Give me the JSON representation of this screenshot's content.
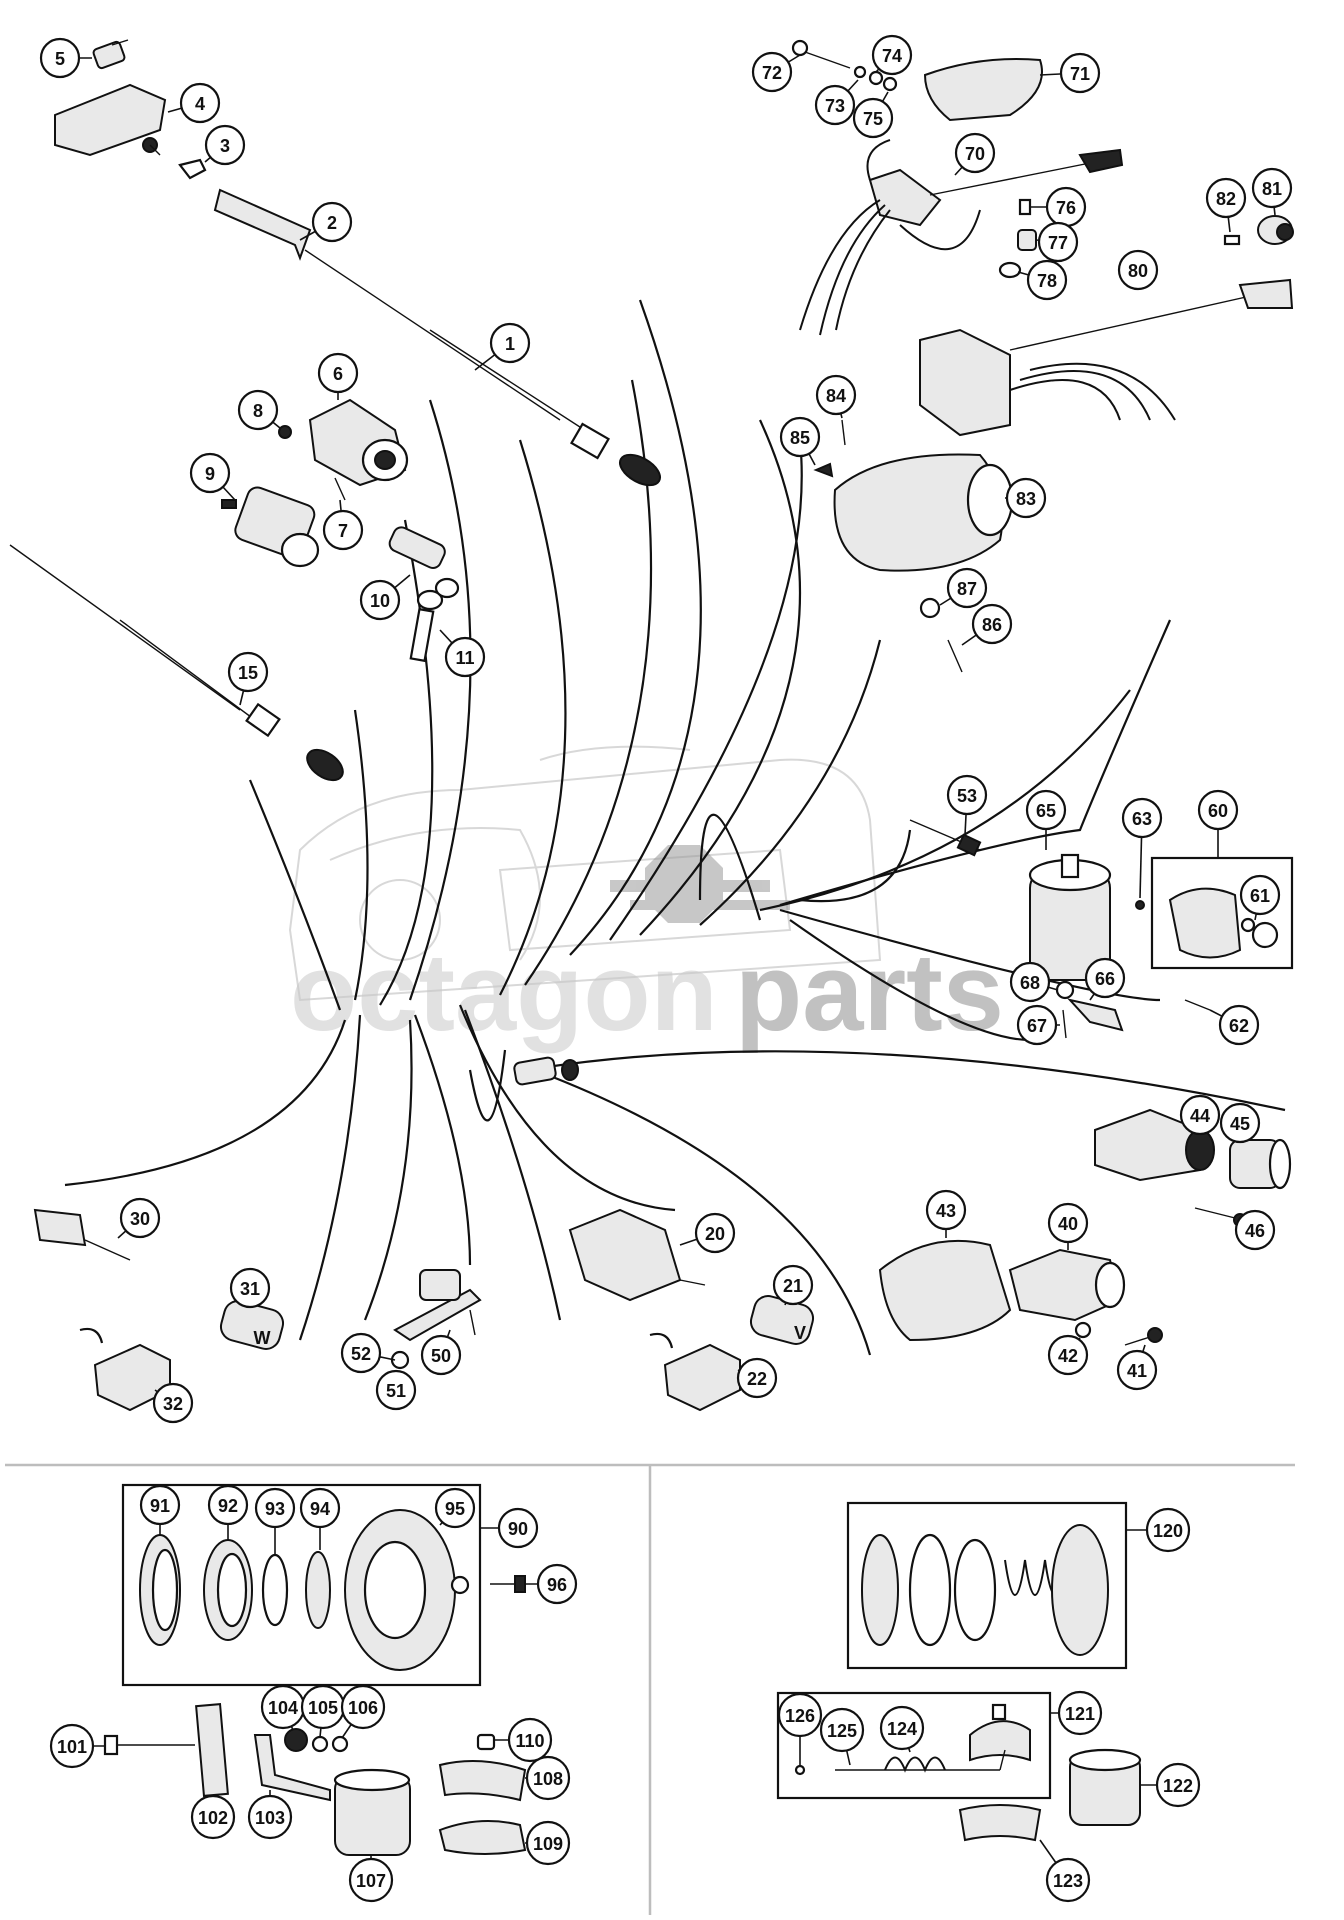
{
  "watermark": {
    "brand_light": "octagon",
    "brand_dark": "parts"
  },
  "callouts": [
    {
      "id": "1",
      "label": "1"
    },
    {
      "id": "2",
      "label": "2"
    },
    {
      "id": "3",
      "label": "3"
    },
    {
      "id": "4",
      "label": "4"
    },
    {
      "id": "5",
      "label": "5"
    },
    {
      "id": "6",
      "label": "6"
    },
    {
      "id": "7",
      "label": "7"
    },
    {
      "id": "8",
      "label": "8"
    },
    {
      "id": "9",
      "label": "9"
    },
    {
      "id": "10",
      "label": "10"
    },
    {
      "id": "11",
      "label": "11"
    },
    {
      "id": "15",
      "label": "15"
    },
    {
      "id": "20",
      "label": "20"
    },
    {
      "id": "21",
      "label": "21"
    },
    {
      "id": "22",
      "label": "22"
    },
    {
      "id": "30",
      "label": "30"
    },
    {
      "id": "31",
      "label": "31"
    },
    {
      "id": "32",
      "label": "32"
    },
    {
      "id": "40",
      "label": "40"
    },
    {
      "id": "41",
      "label": "41"
    },
    {
      "id": "42",
      "label": "42"
    },
    {
      "id": "43",
      "label": "43"
    },
    {
      "id": "44",
      "label": "44"
    },
    {
      "id": "45",
      "label": "45"
    },
    {
      "id": "46",
      "label": "46"
    },
    {
      "id": "50",
      "label": "50"
    },
    {
      "id": "51",
      "label": "51"
    },
    {
      "id": "52",
      "label": "52"
    },
    {
      "id": "53",
      "label": "53"
    },
    {
      "id": "60",
      "label": "60"
    },
    {
      "id": "61",
      "label": "61"
    },
    {
      "id": "62",
      "label": "62"
    },
    {
      "id": "63",
      "label": "63"
    },
    {
      "id": "65",
      "label": "65"
    },
    {
      "id": "66",
      "label": "66"
    },
    {
      "id": "67",
      "label": "67"
    },
    {
      "id": "68",
      "label": "68"
    },
    {
      "id": "70",
      "label": "70"
    },
    {
      "id": "71",
      "label": "71"
    },
    {
      "id": "72",
      "label": "72"
    },
    {
      "id": "73",
      "label": "73"
    },
    {
      "id": "74",
      "label": "74"
    },
    {
      "id": "75",
      "label": "75"
    },
    {
      "id": "76",
      "label": "76"
    },
    {
      "id": "77",
      "label": "77"
    },
    {
      "id": "78",
      "label": "78"
    },
    {
      "id": "80",
      "label": "80"
    },
    {
      "id": "81",
      "label": "81"
    },
    {
      "id": "82",
      "label": "82"
    },
    {
      "id": "83",
      "label": "83"
    },
    {
      "id": "84",
      "label": "84"
    },
    {
      "id": "85",
      "label": "85"
    },
    {
      "id": "86",
      "label": "86"
    },
    {
      "id": "87",
      "label": "87"
    },
    {
      "id": "90",
      "label": "90"
    },
    {
      "id": "91",
      "label": "91"
    },
    {
      "id": "92",
      "label": "92"
    },
    {
      "id": "93",
      "label": "93"
    },
    {
      "id": "94",
      "label": "94"
    },
    {
      "id": "95",
      "label": "95"
    },
    {
      "id": "96",
      "label": "96"
    },
    {
      "id": "101",
      "label": "101"
    },
    {
      "id": "102",
      "label": "102"
    },
    {
      "id": "103",
      "label": "103"
    },
    {
      "id": "104",
      "label": "104"
    },
    {
      "id": "105",
      "label": "105"
    },
    {
      "id": "106",
      "label": "106"
    },
    {
      "id": "107",
      "label": "107"
    },
    {
      "id": "108",
      "label": "108"
    },
    {
      "id": "109",
      "label": "109"
    },
    {
      "id": "110",
      "label": "110"
    },
    {
      "id": "120",
      "label": "120"
    },
    {
      "id": "121",
      "label": "121"
    },
    {
      "id": "122",
      "label": "122"
    },
    {
      "id": "123",
      "label": "123"
    },
    {
      "id": "124",
      "label": "124"
    },
    {
      "id": "125",
      "label": "125"
    },
    {
      "id": "126",
      "label": "126"
    }
  ],
  "part_text": {
    "knob_31_letter": "W",
    "knob_21_letter": "V"
  }
}
